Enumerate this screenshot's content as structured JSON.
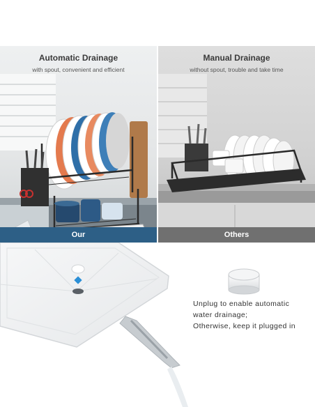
{
  "left_panel": {
    "title": "Automatic Drainage",
    "subtitle": "with spout, convenient and efficient",
    "label": "Our",
    "label_color": "#2d5f86"
  },
  "right_panel": {
    "title": "Manual Drainage",
    "subtitle": "without spout, trouble and take time",
    "label": "Others",
    "label_color": "#707070"
  },
  "note": {
    "line1": "Unplug to enable automatic",
    "line2": "water drainage;",
    "line3": "Otherwise, keep it plugged in"
  },
  "icons": {
    "left_photo": "dish-rack-with-spout-photo",
    "right_photo": "dish-rack-without-spout-photo",
    "tray": "drain-tray-closeup",
    "plug": "drain-plug-icon"
  }
}
